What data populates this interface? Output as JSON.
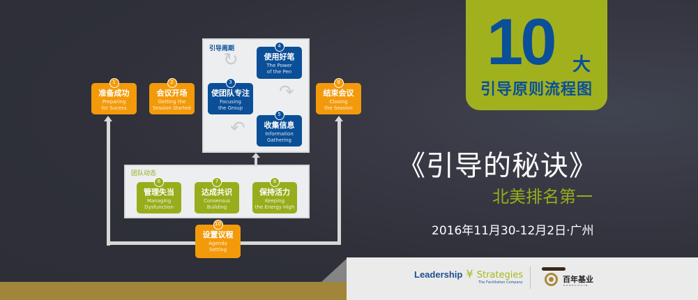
{
  "flow": {
    "cycle_title": "引导周期",
    "group_title": "团队动态",
    "steps": [
      {
        "num": "1",
        "cn": "准备成功",
        "en1": "Preparing",
        "en2": "for Sucess"
      },
      {
        "num": "2",
        "cn": "会议开场",
        "en1": "Getting the",
        "en2": "Session Started"
      },
      {
        "num": "3",
        "cn": "使团队专注",
        "en1": "Focusing",
        "en2": "the Group"
      },
      {
        "num": "4",
        "cn": "使用好笔",
        "en1": "The Power",
        "en2": "of the Pen"
      },
      {
        "num": "5",
        "cn": "收集信息",
        "en1": "Information",
        "en2": "Gathering"
      },
      {
        "num": "6",
        "cn": "管理失当",
        "en1": "Managing",
        "en2": "Dysfunction"
      },
      {
        "num": "7",
        "cn": "达成共识",
        "en1": "Consensus",
        "en2": "Building"
      },
      {
        "num": "8",
        "cn": "保持活力",
        "en1": "Keeping",
        "en2": "the Energy High"
      },
      {
        "num": "9",
        "cn": "结束会议",
        "en1": "Closing",
        "en2": "the Session"
      },
      {
        "num": "10",
        "cn": "设置议程",
        "en1": "Agenda",
        "en2": "Setting"
      }
    ]
  },
  "badge": {
    "big": "10",
    "suffix": "大",
    "subtitle": "引导原则流程图"
  },
  "title": "《引导的秘诀》",
  "subtitle": "北美排名第一",
  "date": "2016年11月30-12月2日·广州",
  "logos": {
    "ls_left": "Leadership",
    "ls_right": "Strategies",
    "ls_tag": "The Facilitation Company",
    "bn": "百年基业",
    "bn_en": "GENECHAIN"
  },
  "colors": {
    "orange": "#f39a0b",
    "blue": "#0a4f98",
    "green": "#97ad1c",
    "gold": "#a1853a"
  }
}
